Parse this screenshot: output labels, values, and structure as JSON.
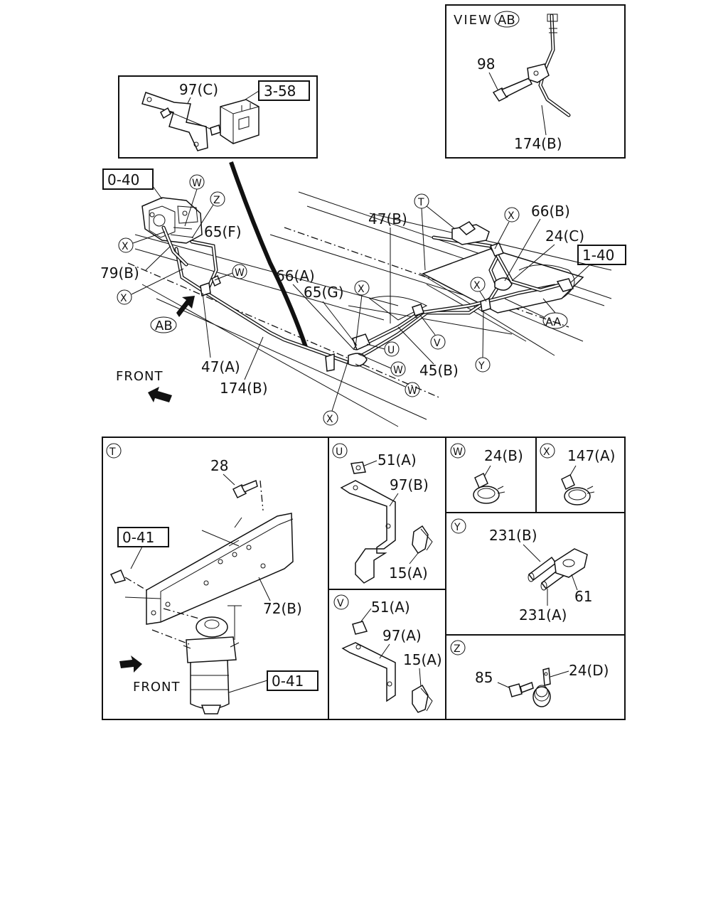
{
  "main": {
    "refs": {
      "r040": "0-40",
      "r140": "1-40",
      "r358": "3-58",
      "r041": "0-41",
      "r041b": "0-41"
    },
    "callouts": {
      "n97c": "97(C)",
      "n98": "98",
      "n174b_view": "174(B)",
      "n65f": "65(F)",
      "n79b": "79(B)",
      "n47b": "47(B)",
      "n66b": "66(B)",
      "n24c": "24(C)",
      "n66a": "66(A)",
      "n65g": "65(G)",
      "n47a": "47(A)",
      "n174b": "174(B)",
      "n45b": "45(B)",
      "n28": "28",
      "n72b": "72(B)",
      "n51a_u": "51(A)",
      "n97b": "97(B)",
      "n15a_u": "15(A)",
      "n51a_v": "51(A)",
      "n97a": "97(A)",
      "n15a_v": "15(A)",
      "n24b": "24(B)",
      "n147a": "147(A)",
      "n231b": "231(B)",
      "n231a": "231(A)",
      "n61": "61",
      "n85": "85",
      "n24d": "24(D)"
    },
    "view_label": "VIEW",
    "front_label": "FRONT",
    "front_label2": "FRONT",
    "circles": {
      "ab_view": "AB",
      "ab_main": "AB",
      "aa": "AA",
      "t": "T",
      "u": "U",
      "v": "V",
      "w": "W",
      "x": "X",
      "y": "Y",
      "z": "Z"
    },
    "panels": {
      "t": "T",
      "u": "U",
      "v": "V",
      "w": "W",
      "x": "X",
      "y": "Y",
      "z": "Z"
    }
  }
}
